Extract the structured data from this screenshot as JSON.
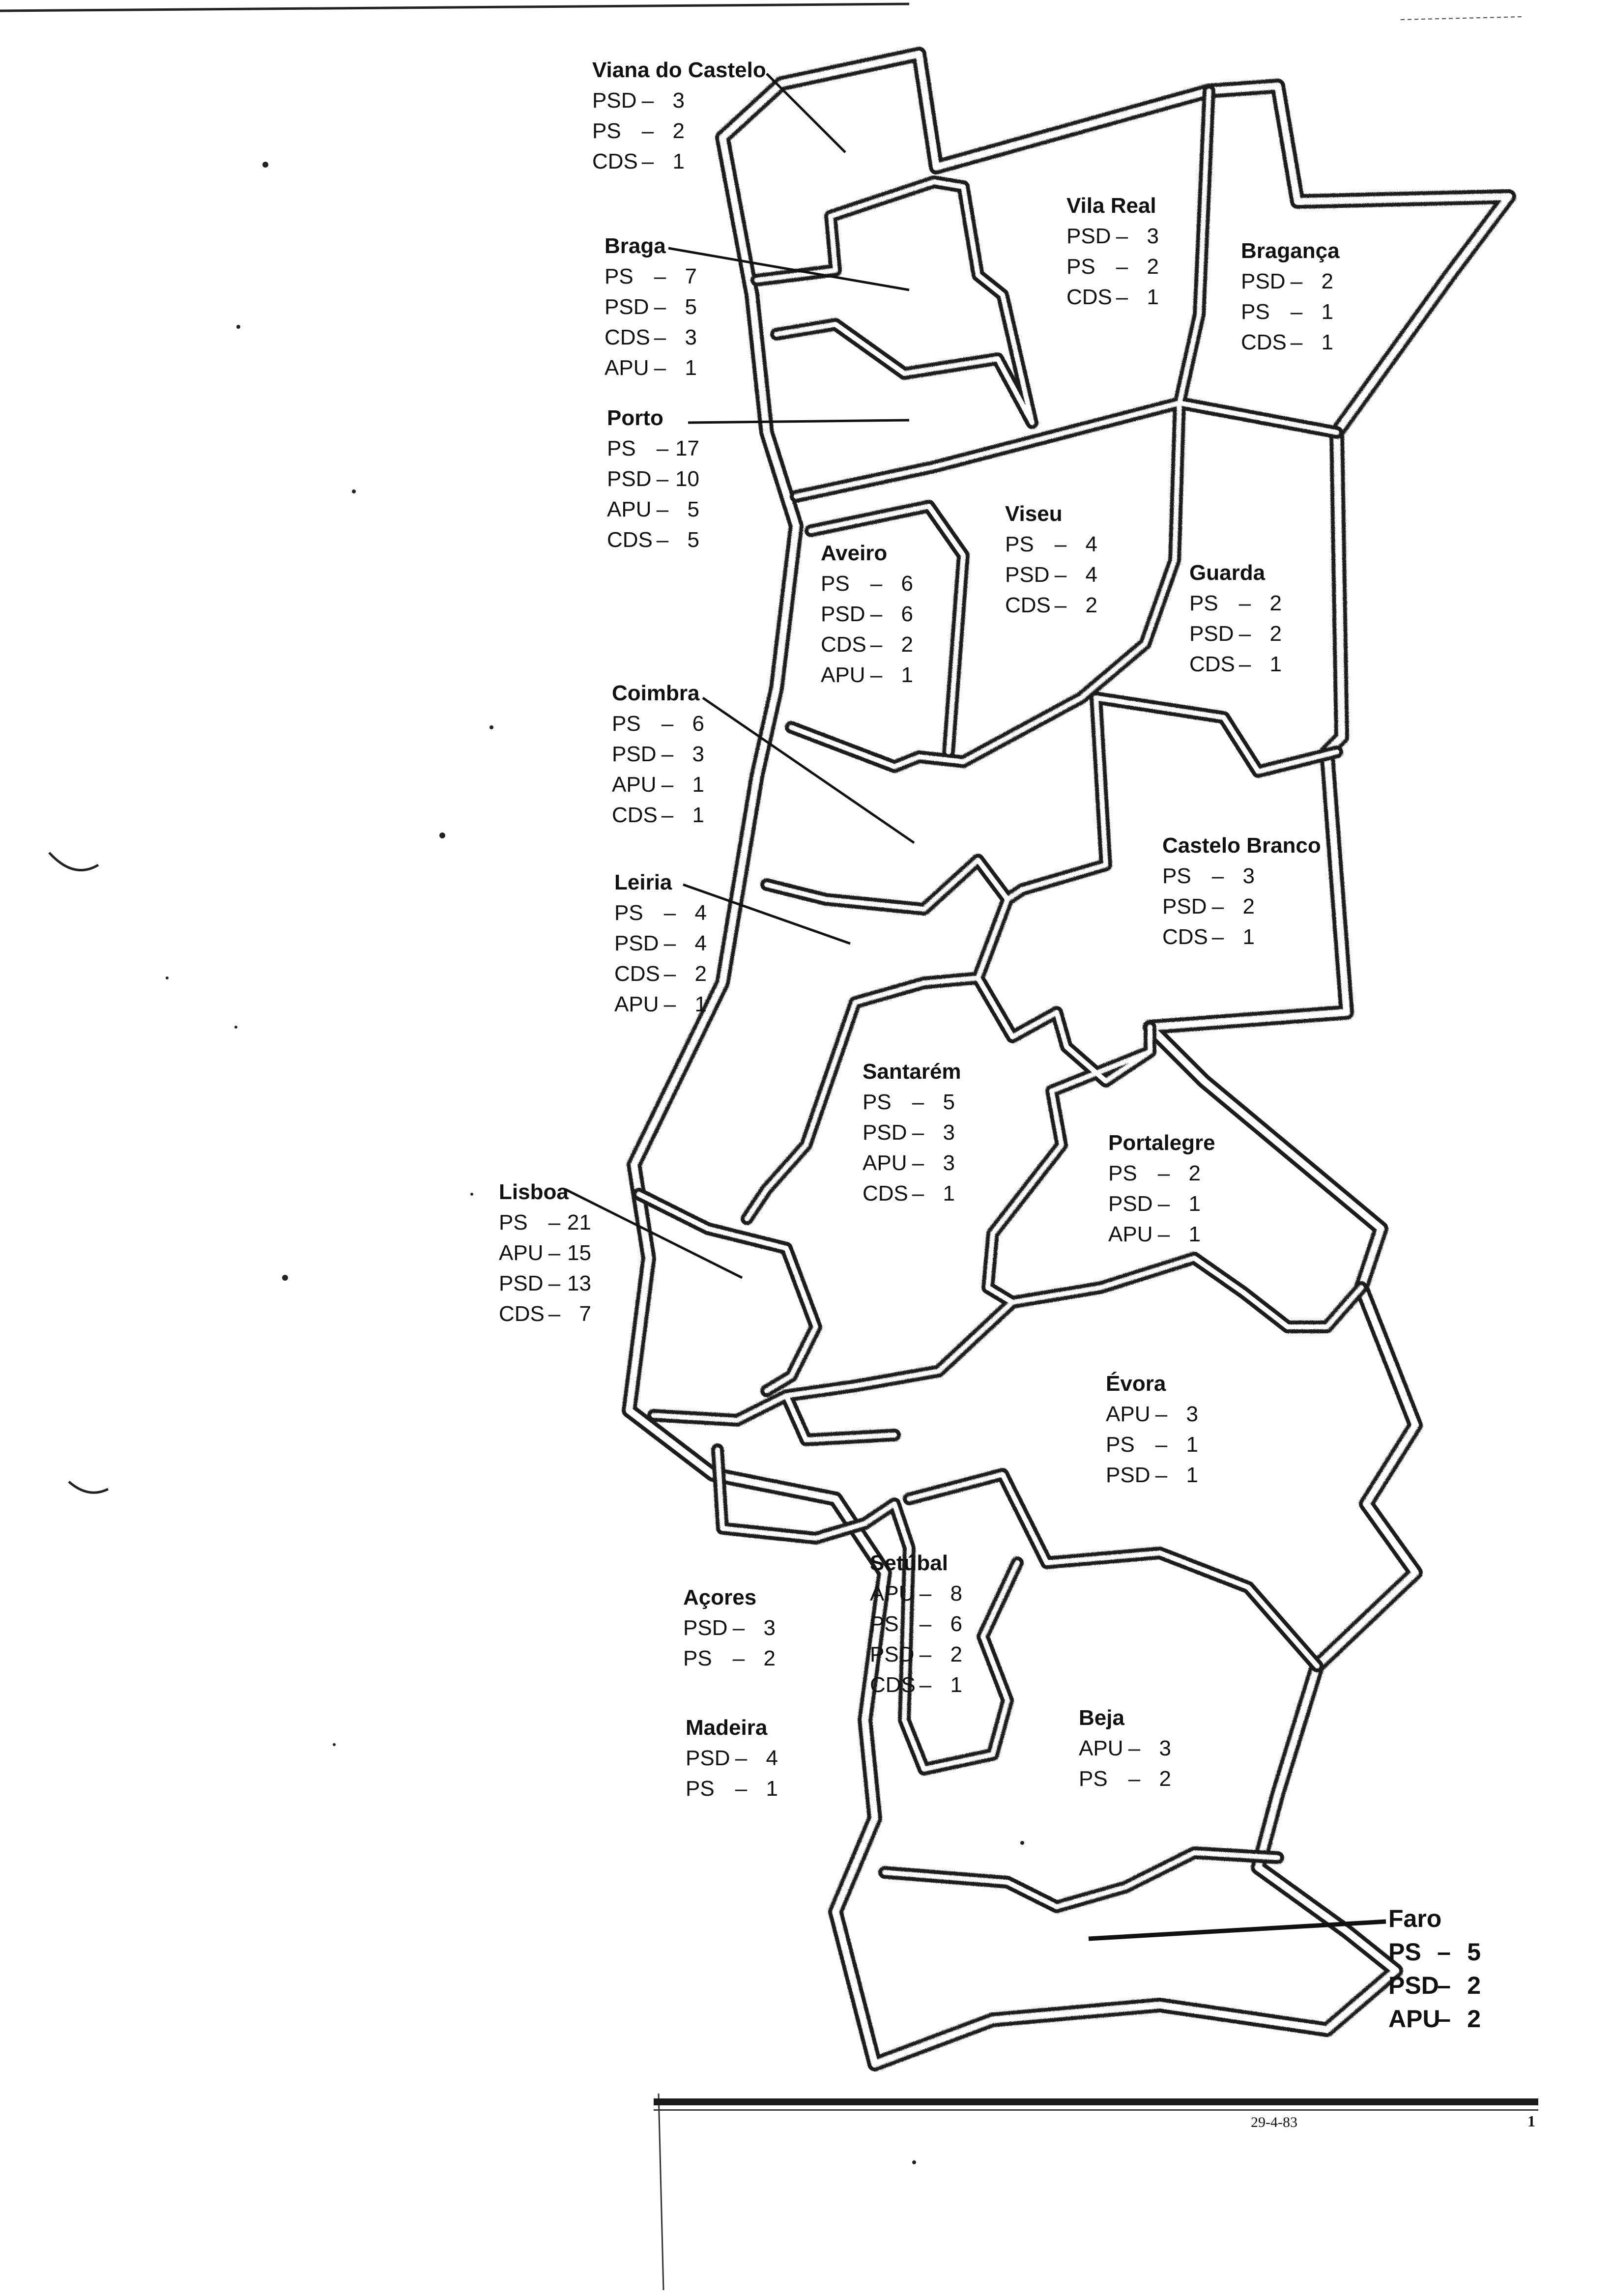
{
  "title": "",
  "regions": [
    {
      "key": "viana",
      "name": "Viana do Castelo",
      "results": [
        {
          "party": "PSD",
          "seats": "3"
        },
        {
          "party": "PS",
          "seats": "2"
        },
        {
          "party": "CDS",
          "seats": "1"
        }
      ]
    },
    {
      "key": "braga",
      "name": "Braga",
      "results": [
        {
          "party": "PS",
          "seats": "7"
        },
        {
          "party": "PSD",
          "seats": "5"
        },
        {
          "party": "CDS",
          "seats": "3"
        },
        {
          "party": "APU",
          "seats": "1"
        }
      ]
    },
    {
      "key": "porto",
      "name": "Porto",
      "results": [
        {
          "party": "PS",
          "seats": "17"
        },
        {
          "party": "PSD",
          "seats": "10"
        },
        {
          "party": "APU",
          "seats": "5"
        },
        {
          "party": "CDS",
          "seats": "5"
        }
      ]
    },
    {
      "key": "vilareal",
      "name": "Vila Real",
      "results": [
        {
          "party": "PSD",
          "seats": "3"
        },
        {
          "party": "PS",
          "seats": "2"
        },
        {
          "party": "CDS",
          "seats": "1"
        }
      ]
    },
    {
      "key": "braganca",
      "name": "Bragança",
      "results": [
        {
          "party": "PSD",
          "seats": "2"
        },
        {
          "party": "PS",
          "seats": "1"
        },
        {
          "party": "CDS",
          "seats": "1"
        }
      ]
    },
    {
      "key": "aveiro",
      "name": "Aveiro",
      "results": [
        {
          "party": "PS",
          "seats": "6"
        },
        {
          "party": "PSD",
          "seats": "6"
        },
        {
          "party": "CDS",
          "seats": "2"
        },
        {
          "party": "APU",
          "seats": "1"
        }
      ]
    },
    {
      "key": "viseu",
      "name": "Viseu",
      "results": [
        {
          "party": "PS",
          "seats": "4"
        },
        {
          "party": "PSD",
          "seats": "4"
        },
        {
          "party": "CDS",
          "seats": "2"
        }
      ]
    },
    {
      "key": "guarda",
      "name": "Guarda",
      "results": [
        {
          "party": "PS",
          "seats": "2"
        },
        {
          "party": "PSD",
          "seats": "2"
        },
        {
          "party": "CDS",
          "seats": "1"
        }
      ]
    },
    {
      "key": "coimbra",
      "name": "Coimbra",
      "results": [
        {
          "party": "PS",
          "seats": "6"
        },
        {
          "party": "PSD",
          "seats": "3"
        },
        {
          "party": "APU",
          "seats": "1"
        },
        {
          "party": "CDS",
          "seats": "1"
        }
      ]
    },
    {
      "key": "castelobranco",
      "name": "Castelo Branco",
      "results": [
        {
          "party": "PS",
          "seats": "3"
        },
        {
          "party": "PSD",
          "seats": "2"
        },
        {
          "party": "CDS",
          "seats": "1"
        }
      ]
    },
    {
      "key": "leiria",
      "name": "Leiria",
      "results": [
        {
          "party": "PS",
          "seats": "4"
        },
        {
          "party": "PSD",
          "seats": "4"
        },
        {
          "party": "CDS",
          "seats": "2"
        },
        {
          "party": "APU",
          "seats": "1"
        }
      ]
    },
    {
      "key": "santarem",
      "name": "Santarém",
      "results": [
        {
          "party": "PS",
          "seats": "5"
        },
        {
          "party": "PSD",
          "seats": "3"
        },
        {
          "party": "APU",
          "seats": "3"
        },
        {
          "party": "CDS",
          "seats": "1"
        }
      ]
    },
    {
      "key": "portalegre",
      "name": "Portalegre",
      "results": [
        {
          "party": "PS",
          "seats": "2"
        },
        {
          "party": "PSD",
          "seats": "1"
        },
        {
          "party": "APU",
          "seats": "1"
        }
      ]
    },
    {
      "key": "lisboa",
      "name": "Lisboa",
      "results": [
        {
          "party": "PS",
          "seats": "21"
        },
        {
          "party": "APU",
          "seats": "15"
        },
        {
          "party": "PSD",
          "seats": "13"
        },
        {
          "party": "CDS",
          "seats": "7"
        }
      ]
    },
    {
      "key": "evora",
      "name": "Évora",
      "results": [
        {
          "party": "APU",
          "seats": "3"
        },
        {
          "party": "PS",
          "seats": "1"
        },
        {
          "party": "PSD",
          "seats": "1"
        }
      ]
    },
    {
      "key": "setubal",
      "name": "Setúbal",
      "results": [
        {
          "party": "APU",
          "seats": "8"
        },
        {
          "party": "PS",
          "seats": "6"
        },
        {
          "party": "PSD",
          "seats": "2"
        },
        {
          "party": "CDS",
          "seats": "1"
        }
      ]
    },
    {
      "key": "acores",
      "name": "Açores",
      "results": [
        {
          "party": "PSD",
          "seats": "3"
        },
        {
          "party": "PS",
          "seats": "2"
        }
      ]
    },
    {
      "key": "madeira",
      "name": "Madeira",
      "results": [
        {
          "party": "PSD",
          "seats": "4"
        },
        {
          "party": "PS",
          "seats": "1"
        }
      ]
    },
    {
      "key": "beja",
      "name": "Beja",
      "results": [
        {
          "party": "APU",
          "seats": "3"
        },
        {
          "party": "PS",
          "seats": "2"
        }
      ]
    },
    {
      "key": "faro",
      "name": "Faro",
      "results": [
        {
          "party": "PS",
          "seats": "5"
        },
        {
          "party": "PSD",
          "seats": "2"
        },
        {
          "party": "APU",
          "seats": "2"
        }
      ]
    }
  ],
  "footer": {
    "date": "29-4-83",
    "page": "1"
  },
  "colors": {
    "ink": "#111111",
    "border_fill": "#ffffff",
    "border_stroke": "#2a2a2a"
  }
}
